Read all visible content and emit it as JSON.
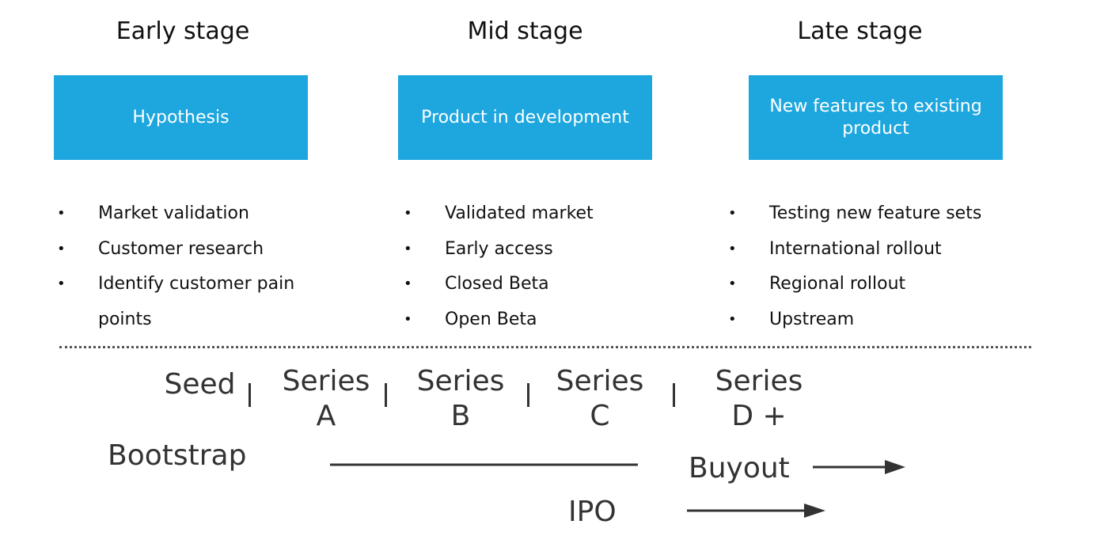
{
  "colors": {
    "box_fill": "#1ea7df",
    "text_dark": "#333333"
  },
  "stages": [
    {
      "title": "Early stage",
      "box_label": "Hypothesis",
      "bullets": [
        "Market validation",
        "Customer research",
        "Identify customer pain points"
      ]
    },
    {
      "title": "Mid stage",
      "box_label": "Product in development",
      "bullets": [
        "Validated market",
        "Early access",
        "Closed Beta",
        "Open Beta"
      ]
    },
    {
      "title": "Late stage",
      "box_label": "New features to existing product",
      "bullets": [
        "Testing new feature sets",
        "International rollout",
        "Regional rollout",
        "Upstream"
      ]
    }
  ],
  "funding_rounds": [
    {
      "line1": "Seed",
      "line2": ""
    },
    {
      "line1": "Series",
      "line2": "A"
    },
    {
      "line1": "Series",
      "line2": "B"
    },
    {
      "line1": "Series",
      "line2": "C"
    },
    {
      "line1": "Series",
      "line2": "D +"
    }
  ],
  "separator_glyph": "|",
  "labels": {
    "bootstrap": "Bootstrap",
    "buyout": "Buyout",
    "ipo": "IPO"
  }
}
